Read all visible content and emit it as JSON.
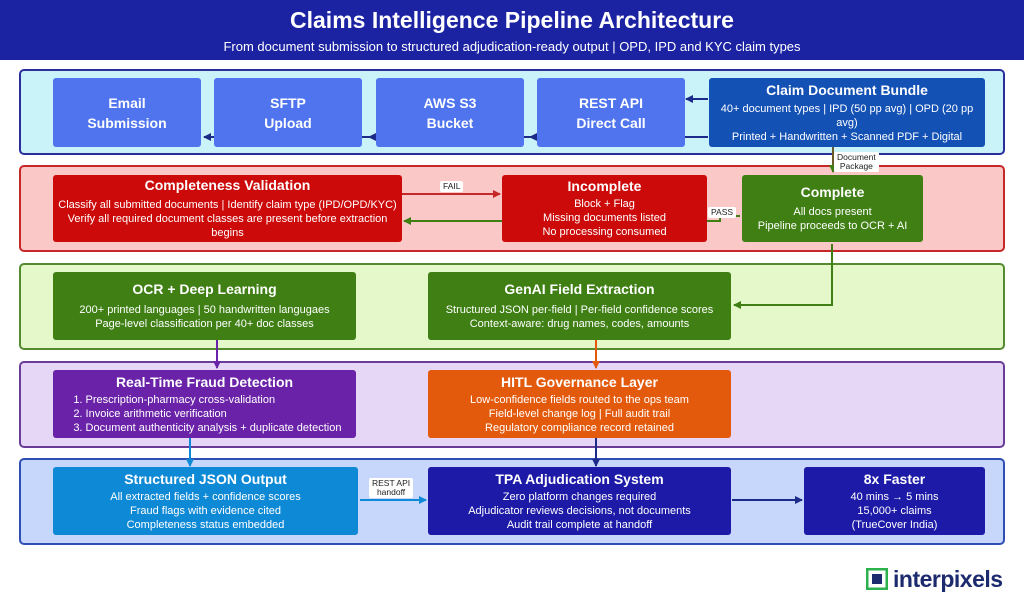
{
  "header": {
    "title": "Claims Intelligence Pipeline Architecture",
    "subtitle": "From document submission to structured adjudication-ready output | OPD, IPD and KYC claim types"
  },
  "intake": {
    "email": [
      "Email",
      "Submission"
    ],
    "sftp": [
      "SFTP",
      "Upload"
    ],
    "s3": [
      "AWS S3",
      "Bucket"
    ],
    "rest": [
      "REST API",
      "Direct Call"
    ],
    "bundle": {
      "title": "Claim Document Bundle",
      "lines": [
        "40+ document types | IPD (50 pp avg) | OPD (20 pp avg)",
        "Printed + Handwritten + Scanned PDF + Digital"
      ]
    },
    "package_label": [
      "Document",
      "Package"
    ]
  },
  "validation": {
    "completeness": {
      "title": "Completeness Validation",
      "lines": [
        "Classify all submitted documents | Identify claim type (IPD/OPD/KYC)",
        "Verify all required document classes are present before extraction begins"
      ]
    },
    "fail_label": "FAIL",
    "pass_label": "PASS",
    "incomplete": {
      "title": "Incomplete",
      "lines": [
        "Block + Flag",
        "Missing documents listed",
        "No processing consumed"
      ]
    },
    "complete": {
      "title": "Complete",
      "lines": [
        "All docs present",
        "Pipeline proceeds to OCR + AI"
      ]
    }
  },
  "extraction": {
    "ocr": {
      "title": "OCR + Deep Learning",
      "lines": [
        "200+ printed languages | 50 handwritten langugaes",
        "Page-level classification per 40+ doc classes"
      ]
    },
    "genai": {
      "title": "GenAI Field Extraction",
      "lines": [
        "Structured JSON per-field | Per-field confidence scores",
        "Context-aware: drug names, codes, amounts"
      ]
    }
  },
  "governance": {
    "fraud": {
      "title": "Real-Time Fraud Detection",
      "items": [
        "Prescription-pharmacy cross-validation",
        "Invoice arithmetic verification",
        "Document authenticity analysis + duplicate detection"
      ]
    },
    "hitl": {
      "title": "HITL Governance Layer",
      "lines": [
        "Low-confidence fields routed to the ops team",
        "Field-level change log | Full audit trail",
        "Regulatory compliance record retained"
      ]
    }
  },
  "output": {
    "json": {
      "title": "Structured JSON Output",
      "lines": [
        "All extracted fields + confidence scores",
        "Fraud flags with evidence cited",
        "Completeness status embedded"
      ]
    },
    "handoff_label": [
      "REST API",
      "handoff"
    ],
    "tpa": {
      "title": "TPA Adjudication System",
      "lines": [
        "Zero platform changes required",
        "Adjudicator reviews decisions, not documents",
        "Audit trail complete at handoff"
      ]
    },
    "faster": {
      "title": "8x Faster",
      "lines": [
        "40 mins → 5 mins",
        "15,000+ claims",
        "(TrueCover India)"
      ]
    }
  },
  "logo": {
    "text": "interpixels"
  },
  "colors": {
    "header": "#1c23a3",
    "source_blue": "#4f74ee",
    "bundle_blue": "#1351b5",
    "red": "#cc0a0a",
    "green": "#3f7f14",
    "purple": "#6a22a8",
    "orange": "#e35a0c",
    "sky": "#0e89d6",
    "navy": "#1c1aa7",
    "logo_green": "#2bb24c"
  }
}
